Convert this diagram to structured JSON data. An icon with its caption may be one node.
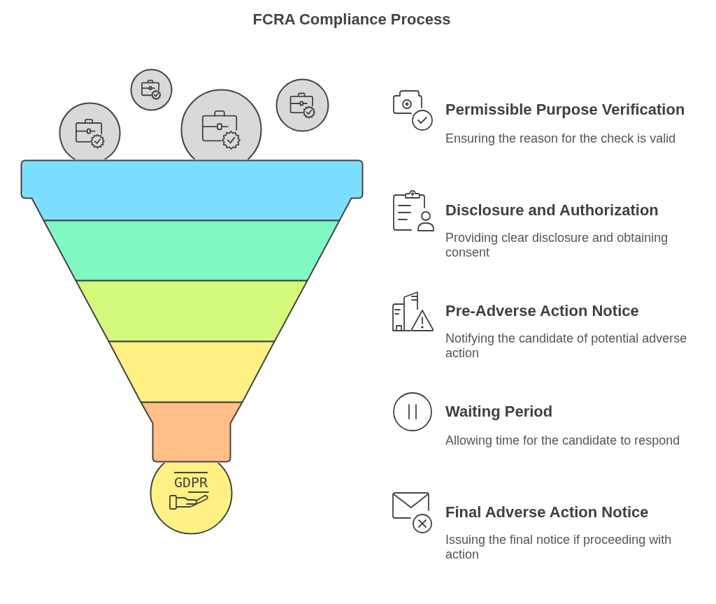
{
  "diagram": {
    "title": "FCRA Compliance Process",
    "nodes": [
      {
        "text": [],
        "shape": "circle"
      },
      {
        "text": [],
        "shape": "circle"
      },
      {
        "text": [],
        "shape": "circle"
      },
      {
        "text": [],
        "shape": "circle"
      },
      {
        "text": [],
        "shape": "band"
      },
      {
        "text": [],
        "shape": "band"
      },
      {
        "text": [],
        "shape": "band"
      },
      {
        "text": [],
        "shape": "band"
      },
      {
        "text": [],
        "shape": "band"
      },
      {
        "text": [
          "GDPR"
        ]
      }
    ],
    "labels": [
      "Permissible Purpose Verification",
      "Ensuring the reason for the check is valid",
      "Disclosure and Authorization",
      "Providing clear disclosure and obtaining consent",
      "Pre-Adverse Action Notice",
      "Notifying the candidate of potential adverse action",
      "Waiting Period",
      "Allowing time for the candidate to respond",
      "Final Adverse Action Notice",
      "Issuing the final notice if proceeding with action"
    ]
  }
}
